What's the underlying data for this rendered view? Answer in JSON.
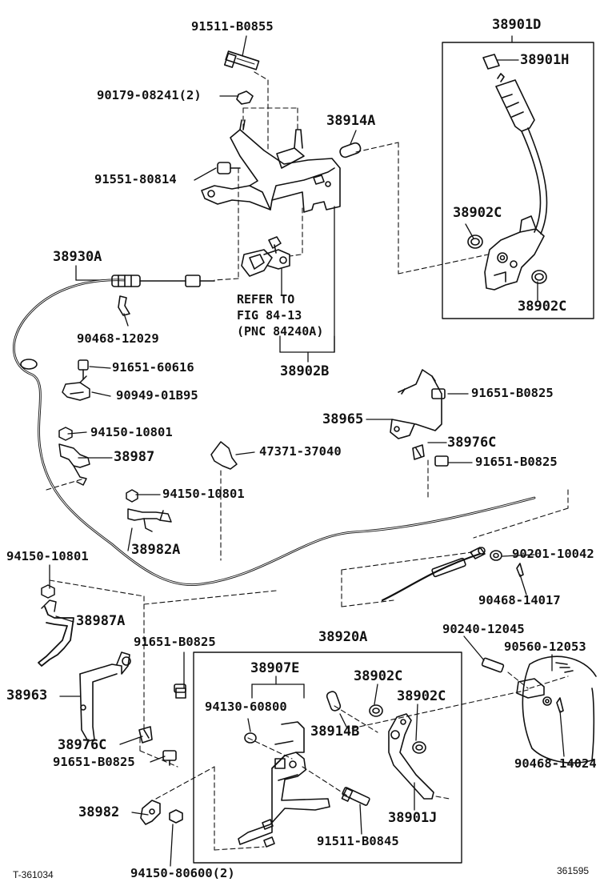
{
  "labels": {
    "p91511_b0855": "91511-B0855",
    "p90179_08241": "90179-08241(2)",
    "p38914a": "38914A",
    "p91551_80814": "91551-80814",
    "p38930a": "38930A",
    "p90468_12029": "90468-12029",
    "p38902b": "38902B",
    "p91651_60616": "91651-60616",
    "p90949_01b95": "90949-01B95",
    "p94150_10801_a": "94150-10801",
    "p38987": "38987",
    "p47371_37040": "47371-37040",
    "p94150_10801_b": "94150-10801",
    "p38982a": "38982A",
    "p94150_10801_c": "94150-10801",
    "p38987a": "38987A",
    "p38901d": "38901D",
    "p38901h": "38901H",
    "p38902c_top1": "38902C",
    "p38902c_top2": "38902C",
    "p91651_b0825_a": "91651-B0825",
    "p38965": "38965",
    "p38976c_a": "38976C",
    "p91651_b0825_b": "91651-B0825",
    "p90201_10042": "90201-10042",
    "p90468_14017": "90468-14017",
    "p90240_12045": "90240-12045",
    "p90560_12053": "90560-12053",
    "p90468_14024": "90468-14024",
    "p91651_b0825_c": "91651-B0825",
    "p38920a": "38920A",
    "p38907e": "38907E",
    "p94130_60800": "94130-60800",
    "p38902c_b1": "38902C",
    "p38902c_b2": "38902C",
    "p38914b": "38914B",
    "p38963": "38963",
    "p38976c_b": "38976C",
    "p91651_b0825_d": "91651-B0825",
    "p38982": "38982",
    "p38901j": "38901J",
    "p91511_b0845": "91511-B0845",
    "p94150_80600": "94150-80600(2)"
  },
  "refer_note": "REFER TO\nFIG 84-13\n(PNC 84240A)",
  "footer": {
    "left_code": "T-361034",
    "right_code": "361595"
  }
}
